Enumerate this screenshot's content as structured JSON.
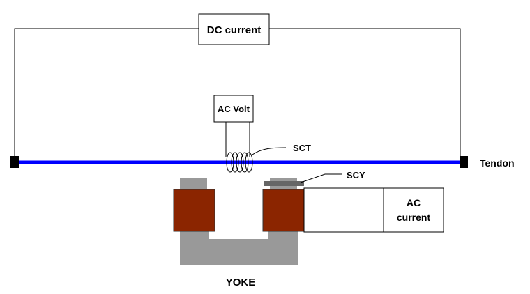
{
  "labels": {
    "dc_current": "DC current",
    "ac_volt": "AC Volt",
    "sct": "SCT",
    "scy": "SCY",
    "tendon": "Tendon",
    "ac_current_line1": "AC",
    "ac_current_line2": "current",
    "yoke": "YOKE"
  },
  "colors": {
    "tendon": "#0000ff",
    "coil": "#8b2500",
    "yoke": "#999999",
    "scy_sensor": "#666666",
    "wire": "#000000"
  }
}
